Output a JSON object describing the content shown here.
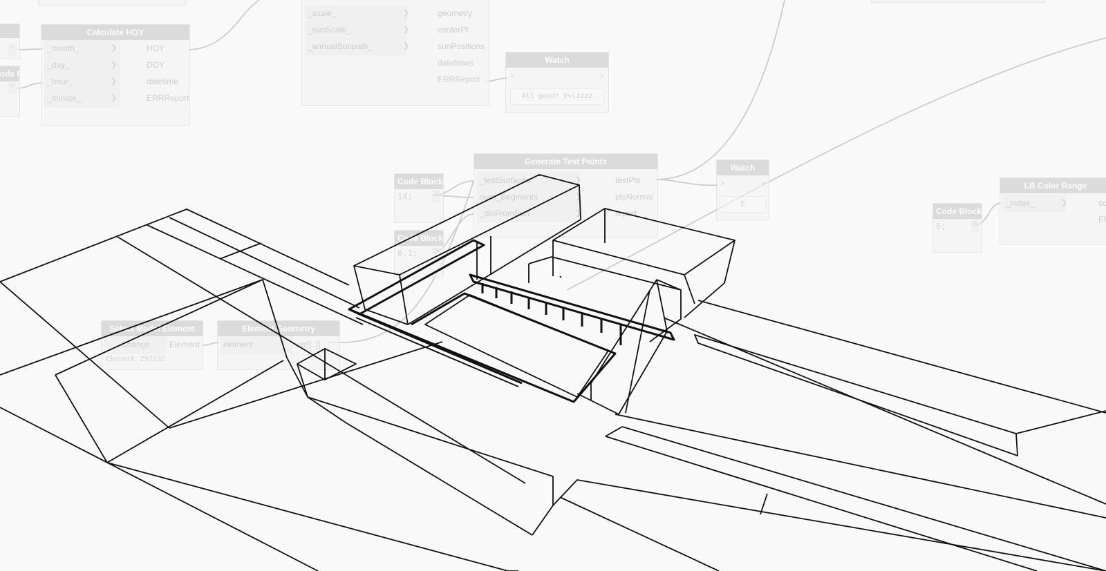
{
  "nodes": {
    "calculate_hoy": {
      "title": "Calculate HOY",
      "inputs": [
        "_month_",
        "_day_",
        "_hour_",
        "_minute_"
      ],
      "outputs": [
        "HOY",
        "DOY",
        "datetime",
        "ERRReport"
      ]
    },
    "sunpath": {
      "inputs": [
        "_scale_",
        "_sunScale_",
        "_annualSunpath_"
      ],
      "outputs": [
        "geometry",
        "centerPt",
        "sunPositions",
        "datetimes",
        "ERRReport"
      ]
    },
    "watch_top": {
      "title": "Watch",
      "value": "All good! Vvizzzz"
    },
    "generate_test_points": {
      "title": "Generate Test Points",
      "inputs": [
        "_testSurfaces",
        "num_Segments",
        "_disFromSurf"
      ],
      "outputs": [
        "testPts",
        "ptsNormal",
        "report"
      ]
    },
    "code_block_14": {
      "title": "Code Block",
      "code": "14;"
    },
    "code_block_01": {
      "title": "Code Block",
      "code": "0.1;"
    },
    "watch_mid": {
      "title": "Watch",
      "value": "E"
    },
    "code_block_6": {
      "title": "Code Block",
      "code": "6;"
    },
    "lb_color_range": {
      "title": "LB Color Range",
      "inputs": [
        "_index_"
      ],
      "outputs": [
        "co",
        "ER"
      ]
    },
    "select_model_element": {
      "title": "Select Model Element",
      "button": "Change",
      "output": "Element",
      "footer": "Element : 297232"
    },
    "element_geometry": {
      "title": "Element.Geometry",
      "input": "element",
      "output": "var[]..[]"
    },
    "code_block_left": {
      "title": "Code Block"
    }
  }
}
